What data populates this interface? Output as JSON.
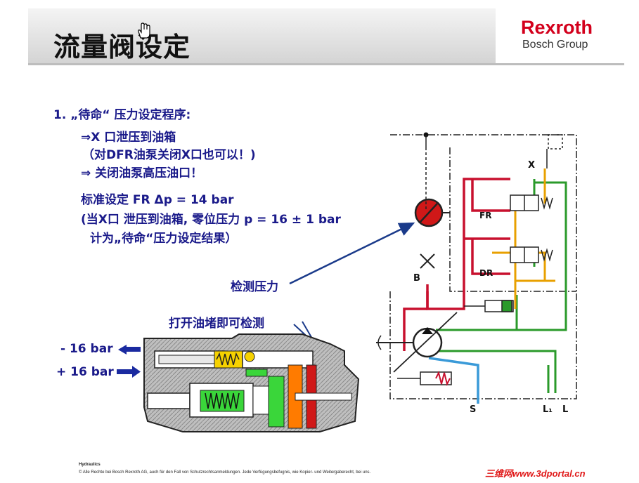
{
  "header": {
    "title": "流量阀设定"
  },
  "logo": {
    "brand": "Rexroth",
    "group": "Bosch Group"
  },
  "content": {
    "step": "1. „待命“ 压力设定程序:",
    "line1": "⇒X 口泄压到油箱",
    "line2": "（对DFR油泵关闭X口也可以！)",
    "line3": "⇒ 关闭油泵高压油口！",
    "line4": "标准设定 FR Δp = 14 bar",
    "line5": "(当X口 泄压到油箱, 零位压力 p = 16 ± 1 bar",
    "line6": "计为„待命“压力设定结果）"
  },
  "labels": {
    "measure": "检测压力",
    "open_plug": "打开油堵即可检测",
    "minus": "- 16 bar",
    "plus": "+ 16 bar"
  },
  "schematic": {
    "x": "X",
    "fr": "FR",
    "dr": "DR",
    "b": "B",
    "s": "S",
    "l1": "L₁",
    "l": "L"
  },
  "footer": {
    "section": "Hydraulics",
    "copyright": "© Alle Rechte bei Bosch Rexroth AG, auch für den Fall von Schutzrechtsanmeldungen. Jede Verfügungsbefugnis, wie Kopier- und Weitergaberecht, bei uns.",
    "watermark": "三维网www.3dportal.cn"
  },
  "colors": {
    "title_text": "#1a1a8a",
    "brand": "#d3001c",
    "pressure_line": "#c8102e",
    "pilot_line": "#e8a000",
    "drain_line": "#2a9a2a",
    "suction_line": "#3a9ad8"
  }
}
